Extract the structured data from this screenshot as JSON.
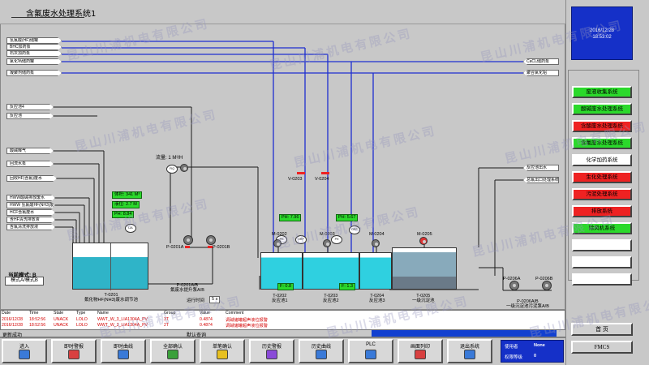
{
  "window": {
    "title": "含氟废水处理系统1"
  },
  "clock": {
    "date": "2016/12/28",
    "time": "18:53:02"
  },
  "watermark": "昆山川浦机电有限公司",
  "left_tags": [
    "氢氟酸(HF)储罐",
    "BHC加药泵",
    "石灰加药泵",
    "氯化钙储药罐",
    "凝聚剂储药泵"
  ],
  "right_tags": [
    "CaCl₂储药泵",
    "聚合氯化铝"
  ],
  "mid_left_tags": [
    "反应池4",
    "反应池"
  ],
  "lower_left_tags": [
    "酸碱曝气",
    "回流水泵",
    "回收HF(含氟)废水"
  ],
  "source_tags": [
    "HWW酸碱排放废水",
    "HWW 氢氟酸HF(NH3)废水",
    "HCF含氟废水",
    "含HF清洗排放液",
    "含氟清洗排放液"
  ],
  "right_mid_tags": [
    "反应池出水",
    "总氟出口处理系统"
  ],
  "readouts": {
    "flow": "流量: 1  M³/H",
    "volume": "体积: 341 M³",
    "level": "液位: 2.7 M",
    "ph_tank": "PH: 8.84",
    "ph1": "PH: 7.96",
    "ph2": "PH: 5.67",
    "f1": "F: 0.8",
    "f2": "F: 1.3",
    "timer_label": "运行时间",
    "timer_value": "5 s"
  },
  "equipment": {
    "tank_main": "T-0201\n氟化物HF(NH3)废水调节池",
    "pump_lift": "P-0201A/B\n氟废水提升泵A/B",
    "reactor1": "T-0202\n反应池1",
    "reactor2": "T-0203\n反应池2",
    "reactor3": "T-0204\n反应池3",
    "clarifier": "T-0205\n一级沉淀池",
    "sludge_pump": "P-0206A/B\n一级沉淀池污泥泵A/B",
    "pump_a": "P-0201A",
    "pump_b": "P-0201B",
    "mixer1": "M-0202",
    "mixer2": "M-0203",
    "mixer3": "M-0204",
    "mixer4": "M-0205",
    "pump_ph": "P-0206A",
    "pump_ph2": "P-0206B"
  },
  "mode": {
    "label": "当前模式: B",
    "switch": "模式A/模式B"
  },
  "nav": {
    "items": [
      {
        "label": "废液收集系统",
        "color": "#2bd92b"
      },
      {
        "label": "酸碱废水处理系统",
        "color": "#2bd92b"
      },
      {
        "label": "含酸废水处理系统",
        "color": "#ee2222"
      },
      {
        "label": "含氟废水处理系统",
        "color": "#2bd92b"
      },
      {
        "label": "化学加药系统",
        "color": "#ffffff"
      },
      {
        "label": "生化处理系统",
        "color": "#ee2222"
      },
      {
        "label": "污泥处理系统",
        "color": "#ee2222"
      },
      {
        "label": "排放系统",
        "color": "#ee2222"
      },
      {
        "label": "除风机系统",
        "color": "#2bd92b"
      },
      {
        "label": "",
        "color": "#ffffff"
      },
      {
        "label": "",
        "color": "#ffffff"
      },
      {
        "label": "",
        "color": "#ffffff"
      }
    ],
    "home": "首  页",
    "fmcs": "FMCS"
  },
  "alarm": {
    "headers": [
      "Date",
      "Time",
      "State",
      "Type",
      "Name",
      "Group",
      "Value",
      "Comment"
    ],
    "rows": [
      [
        "2016/12/28",
        "18:52:56",
        "UNACK",
        "LOLO",
        "WWT_W_3_LIA1304A_PV",
        "3T",
        "0.4874",
        "调碱储罐超声液位报警"
      ],
      [
        "2016/12/28",
        "18:52:56",
        "UNACK",
        "LOLO",
        "WWT_W_2_LIA1304A_PV",
        "2T",
        "0.4874",
        "调碱储罐超声液位报警"
      ]
    ],
    "status": "更新成功",
    "query": "默认查询"
  },
  "toolbar": [
    {
      "label": "进入",
      "icon": "enter-icon"
    },
    {
      "label": "即时警报",
      "icon": "alarm-icon"
    },
    {
      "label": "即时曲线",
      "icon": "trend-icon"
    },
    {
      "label": "全部确认",
      "icon": "check-all-icon"
    },
    {
      "label": "单笔确认",
      "icon": "check-one-icon"
    },
    {
      "label": "历史警报",
      "icon": "history-alarm-icon"
    },
    {
      "label": "历史曲线",
      "icon": "history-trend-icon"
    },
    {
      "label": "PLC",
      "icon": "plc-icon"
    },
    {
      "label": "画面列印",
      "icon": "print-icon"
    },
    {
      "label": "退出系统",
      "icon": "exit-icon"
    }
  ],
  "user": {
    "user_label": "使用者",
    "user_value": "None",
    "level_label": "权限等级",
    "level_value": "0"
  }
}
